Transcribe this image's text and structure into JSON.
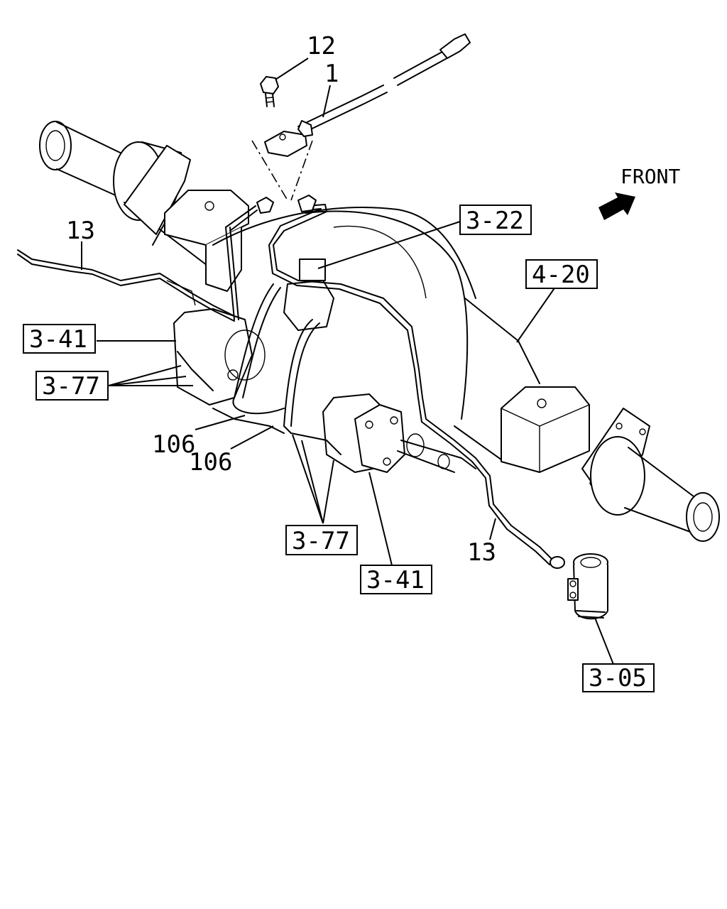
{
  "direction": {
    "label": "FRONT"
  },
  "part_numbers": {
    "p12": "12",
    "p1": "1",
    "p13_left": "13",
    "p13_right": "13",
    "p106_a": "106",
    "p106_b": "106"
  },
  "references": {
    "r3_22": "3-22",
    "r4_20": "4-20",
    "r3_41_left": "3-41",
    "r3_77_left": "3-77",
    "r3_77_bottom": "3-77",
    "r3_41_bottom": "3-41",
    "r3_05": "3-05"
  }
}
